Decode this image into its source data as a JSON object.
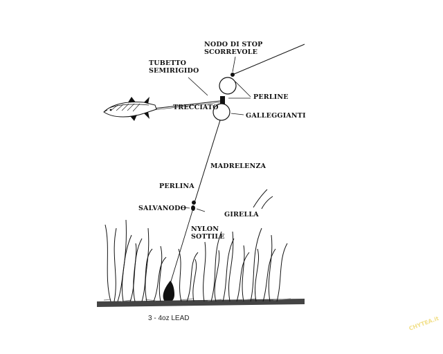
{
  "labels": {
    "stop_knot": [
      "NODO DI STOP",
      "SCORREVOLE"
    ],
    "tube": [
      "TUBETTO",
      "SEMIRIGIDO"
    ],
    "beads": "PERLINE",
    "braid": "TRECCIATO",
    "floats": "GALLEGGIANTI",
    "mainline": "MADRELENZA",
    "bead": "PERLINA",
    "knot_saver": "SALVANODO",
    "swivel": "GIRELLA",
    "thin_nylon": [
      "NYLON",
      "SOTTILE"
    ],
    "lead": "3 - 4oz LEAD"
  },
  "logo": "CHYTEA.it",
  "colors": {
    "ink": "#111111",
    "background": "#ffffff",
    "logo": "#f2e08a"
  }
}
